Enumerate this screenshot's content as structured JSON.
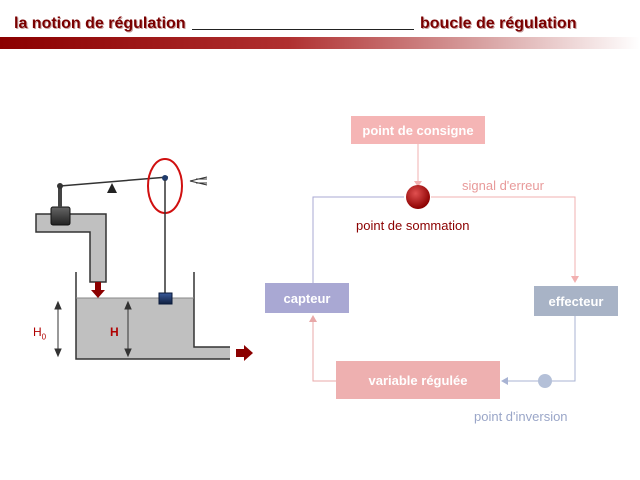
{
  "header": {
    "title_left": "la notion de régulation",
    "title_right": "boucle de régulation"
  },
  "loop": {
    "setpoint": "point de consigne",
    "error_signal": "signal d'erreur",
    "summation_point": "point de sommation",
    "sensor": "capteur",
    "effector": "effecteur",
    "controlled_variable": "variable régulée",
    "inversion_point": "point d'inversion"
  },
  "tank": {
    "level_ref_label": "H",
    "level_ref_sub": "0",
    "level_label": "H"
  },
  "colors": {
    "accent_dark_red": "#8b0000",
    "setpoint_box": "#f5b5b5",
    "sensor_box": "#a9a8d3",
    "effector_box": "#a8b3c6",
    "variable_box": "#eeb0b0",
    "water": "#c0c0c0"
  }
}
